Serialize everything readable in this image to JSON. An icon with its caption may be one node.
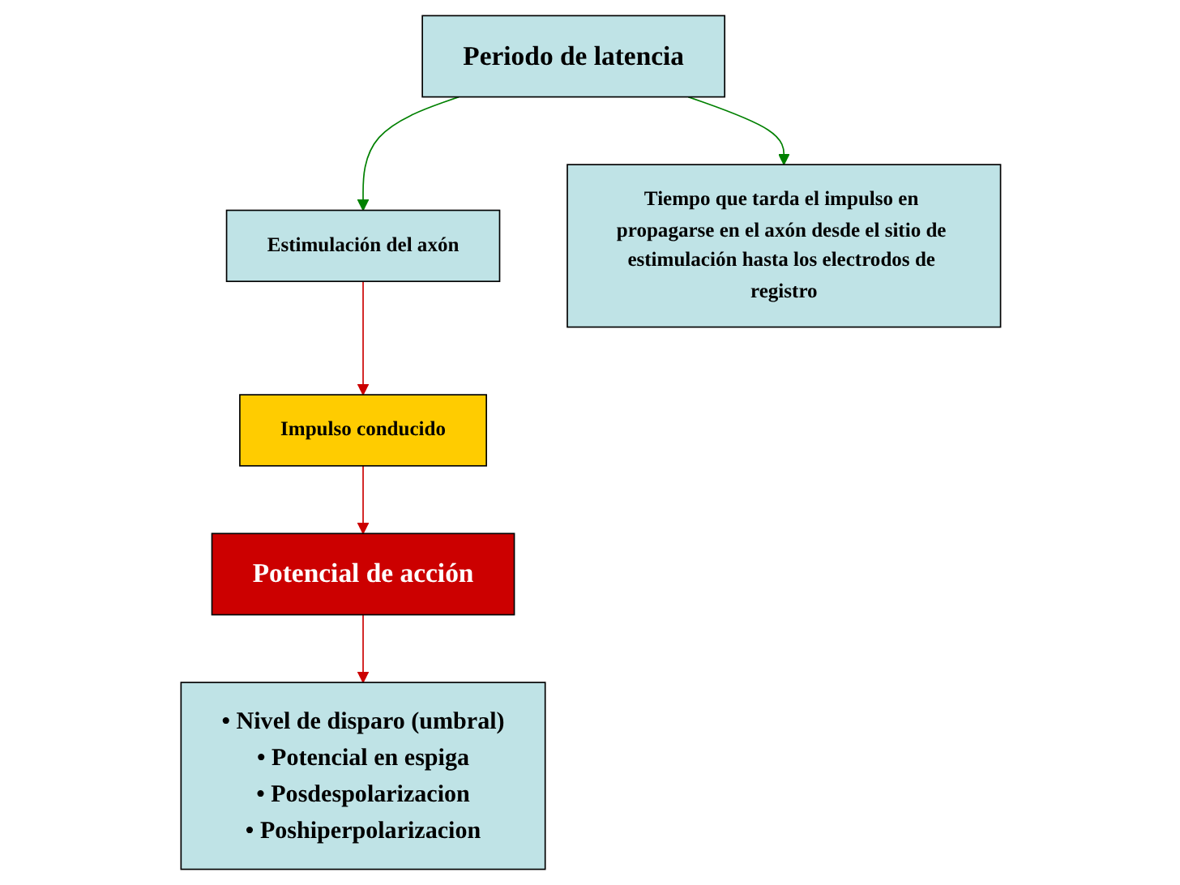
{
  "diagram": {
    "nodes": [
      {
        "text": [
          "Periodo de latencia"
        ]
      },
      {
        "text": [
          "Estimulación del axón"
        ]
      },
      {
        "text": [
          "Tiempo que tarda el impulso en propagarse en el axón desde el sitio de estimulación hasta los electrodos de registro"
        ]
      },
      {
        "text": [
          "Impulso conducido"
        ]
      },
      {
        "text": [
          "Potencial de acción"
        ]
      },
      {
        "text": [
          "• Nivel de disparo (umbral)",
          "• Potencial en espiga",
          "• Posdespolarizacion",
          "• Poshiperpolarizacion"
        ]
      }
    ],
    "edges": [
      {
        "from": 0,
        "to": 1,
        "arrow": "to",
        "color": "#008000"
      },
      {
        "from": 0,
        "to": 2,
        "arrow": "to",
        "color": "#008000"
      },
      {
        "from": 1,
        "to": 3,
        "arrow": "to"
      },
      {
        "from": 3,
        "to": 4,
        "arrow": "to"
      },
      {
        "from": 4,
        "to": 5,
        "arrow": "to"
      }
    ]
  }
}
